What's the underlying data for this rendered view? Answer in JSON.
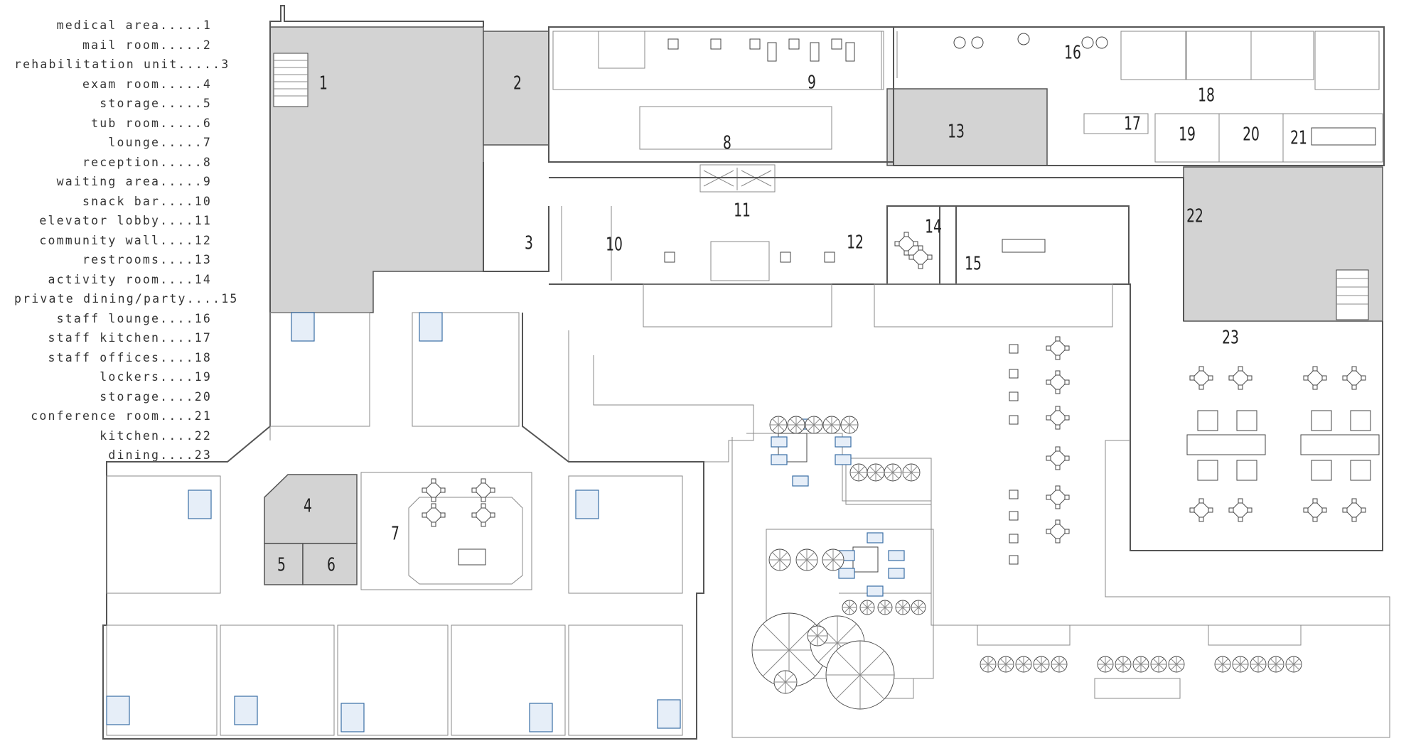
{
  "legend": [
    {
      "label": "medical area.....1"
    },
    {
      "label": "mail room.....2"
    },
    {
      "label": "rehabilitation unit.....3"
    },
    {
      "label": "exam room.....4"
    },
    {
      "label": "storage.....5"
    },
    {
      "label": "tub room.....6"
    },
    {
      "label": "lounge.....7"
    },
    {
      "label": "reception.....8"
    },
    {
      "label": "waiting area.....9"
    },
    {
      "label": "snack bar....10"
    },
    {
      "label": "elevator lobby....11"
    },
    {
      "label": "community wall....12"
    },
    {
      "label": "restrooms....13"
    },
    {
      "label": "activity room....14"
    },
    {
      "label": "private dining/party....15"
    },
    {
      "label": "staff lounge....16"
    },
    {
      "label": "staff kitchen....17"
    },
    {
      "label": "staff offices....18"
    },
    {
      "label": "lockers....19"
    },
    {
      "label": "storage....20"
    },
    {
      "label": "conference room....21"
    },
    {
      "label": "kitchen....22"
    },
    {
      "label": "dining....23"
    }
  ],
  "rooms": {
    "r1": "1",
    "r2": "2",
    "r3": "3",
    "r4": "4",
    "r5": "5",
    "r6": "6",
    "r7": "7",
    "r8": "8",
    "r9": "9",
    "r10": "10",
    "r11": "11",
    "r12": "12",
    "r13": "13",
    "r14": "14",
    "r15": "15",
    "r16": "16",
    "r17": "17",
    "r18": "18",
    "r19": "19",
    "r20": "20",
    "r21": "21",
    "r22": "22",
    "r23": "23"
  },
  "colors": {
    "shaded_room": "#d3d3d3",
    "furniture_accent": "#3a6ea5",
    "wall": "#555555"
  }
}
